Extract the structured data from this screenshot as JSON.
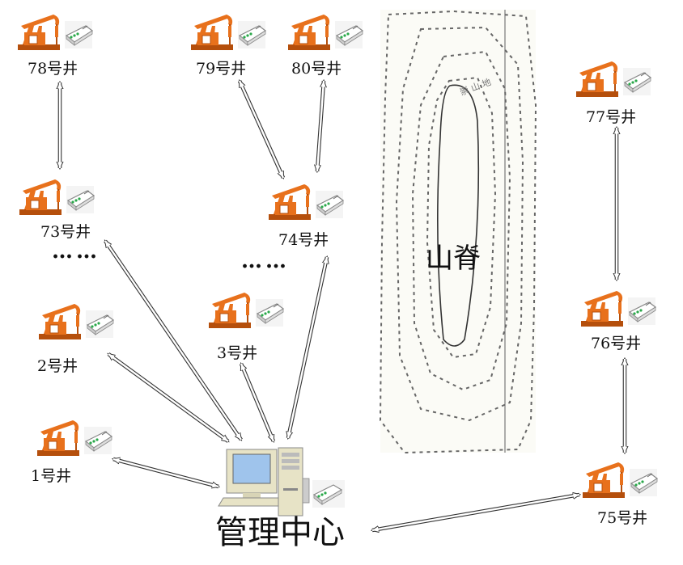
{
  "wells": {
    "w78": {
      "label": "78号井"
    },
    "w79": {
      "label": "79号井"
    },
    "w80": {
      "label": "80号井"
    },
    "w77": {
      "label": "77号井"
    },
    "w73": {
      "label": "73号井"
    },
    "w74": {
      "label": "74号井"
    },
    "w2": {
      "label": "2号井"
    },
    "w3": {
      "label": "3号井"
    },
    "w76": {
      "label": "76号井"
    },
    "w1": {
      "label": "1号井"
    },
    "w75": {
      "label": "75号井"
    }
  },
  "center": {
    "label": "管理中心"
  },
  "ridge": {
    "label": "山脊"
  },
  "ellipsis_left": "……",
  "ellipsis_mid": "……",
  "colors": {
    "pumpjack": "#e8711c",
    "pumpjack_dark": "#b54f0c",
    "arrow": "#333333",
    "contour": "#555555"
  },
  "icons": {
    "well": "pumpjack-icon",
    "modem": "wireless-modem-icon",
    "computer": "desktop-computer-icon"
  }
}
